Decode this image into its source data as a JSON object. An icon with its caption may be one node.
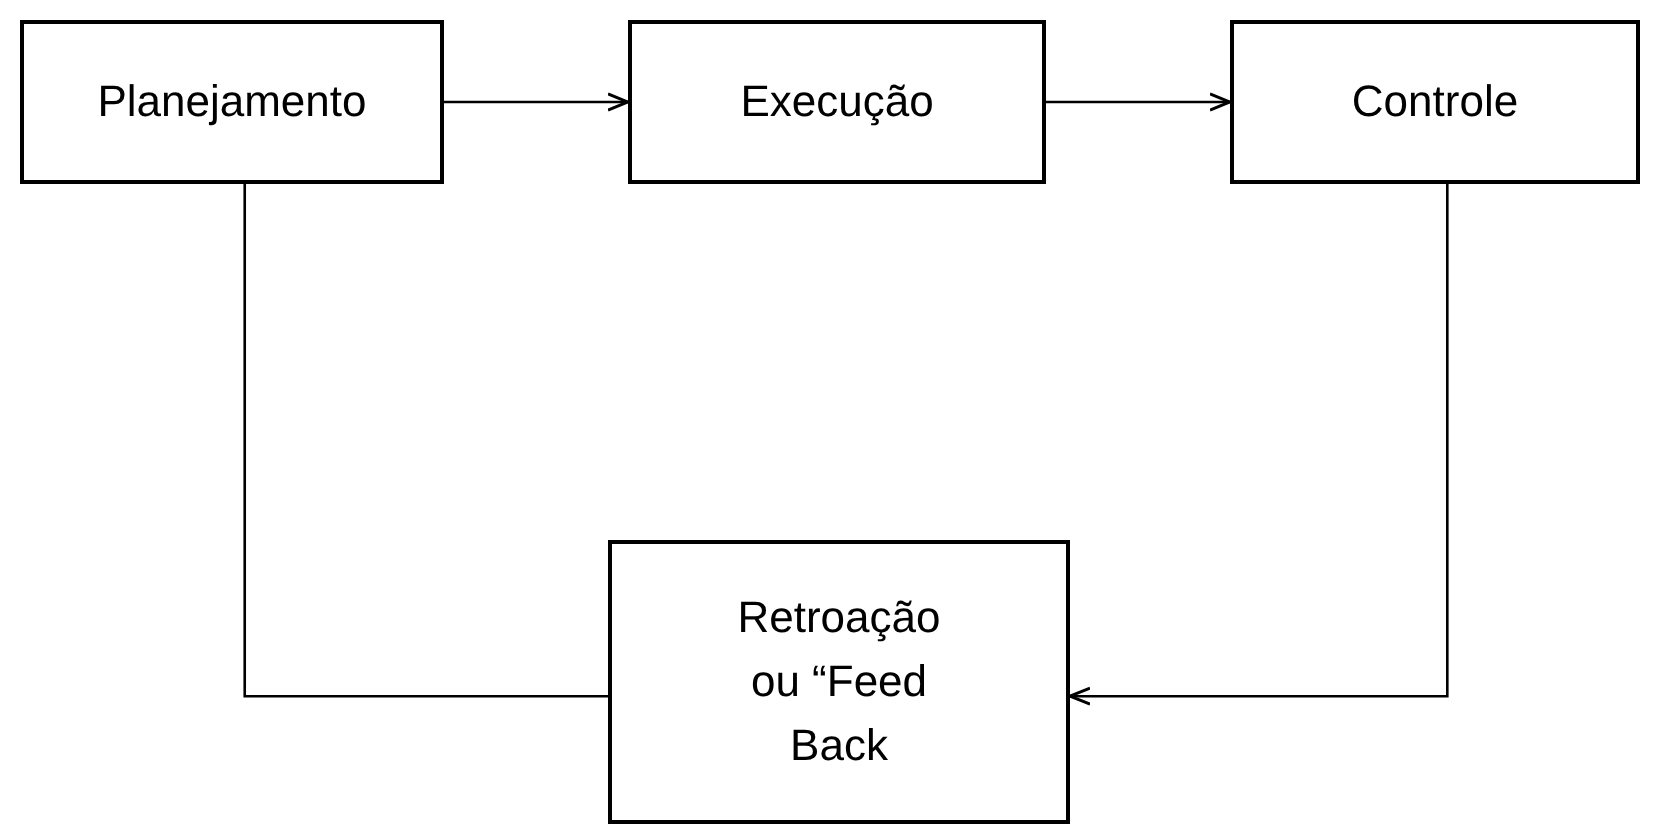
{
  "diagram": {
    "nodes": [
      {
        "text": [
          "Planejamento"
        ]
      },
      {
        "text": [
          "Execução"
        ]
      },
      {
        "text": [
          "Controle"
        ]
      },
      {
        "text": [
          "Retroação ou “Feed Back"
        ]
      }
    ],
    "edges": [
      {
        "from": 0,
        "to": 1,
        "arrow": "to"
      },
      {
        "from": 1,
        "to": 2,
        "arrow": "to"
      },
      {
        "from": 2,
        "to": 3,
        "arrow": "to"
      },
      {
        "from": 0,
        "to": 3,
        "arrow": "none"
      }
    ]
  }
}
